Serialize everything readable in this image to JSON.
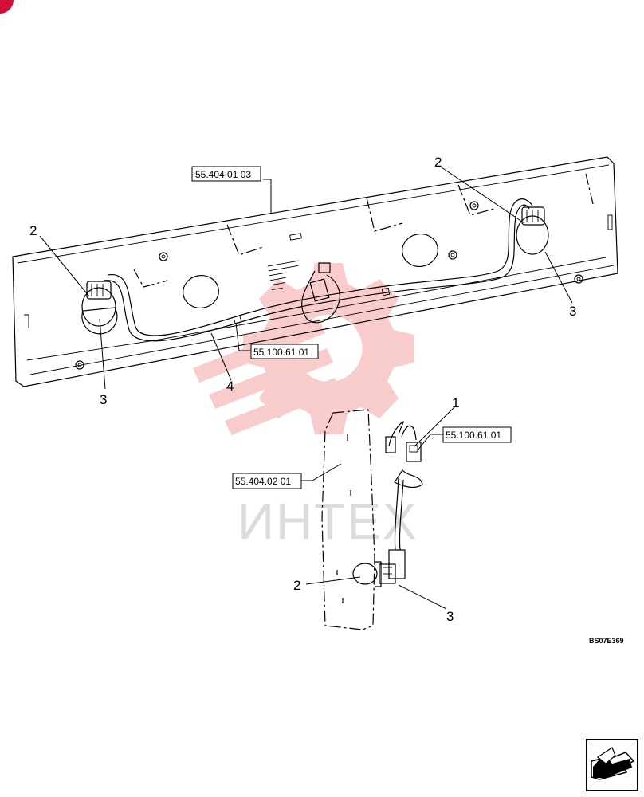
{
  "diagram": {
    "callouts": {
      "c1": "1",
      "c2_left": "2",
      "c2_right": "2",
      "c2_lower": "2",
      "c3_left": "3",
      "c3_right": "3",
      "c3_lower": "3",
      "c4": "4"
    },
    "references": {
      "ref_bar": "55.404.01 03",
      "ref_harness_upper": "55.100.61 01",
      "ref_harness_lower": "55.100.61 01",
      "ref_post": "55.404.02 01"
    },
    "drawing_code": "BS07E369",
    "watermark": {
      "text": "ИНТЕХ",
      "color": "#f2a0a0"
    }
  },
  "navigation": {
    "next_icon": "arrow-icon"
  },
  "corner_marker": {
    "color": "#d0103a"
  }
}
